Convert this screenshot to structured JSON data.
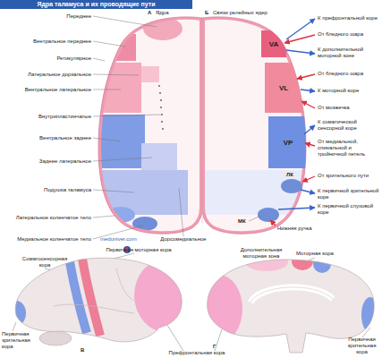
{
  "diagram": {
    "title": "Ядра таламуса и их проводящие пути",
    "nodes": [
      {
        "text": [
          "VA"
        ]
      },
      {
        "text": [
          "VL"
        ]
      },
      {
        "text": [
          "VP"
        ]
      }
    ],
    "labels": [
      "А",
      "Ядра",
      "Б",
      "Связи релейных ядер",
      "Переднее",
      "Вентральное переднее",
      "Ретикулярное",
      "Латеральное дорзальное",
      "Вентральное латеральное",
      "Внутрипластинчатые",
      "Вентральное заднее",
      "Заднее латеральное",
      "Подушка таламуса",
      "Латеральное коленчатое тело",
      "Медиальное коленчатое тело",
      "meduniver.com",
      "Дорсомедиальное",
      "К префронтальной коре",
      "От бледного шара",
      "К дополнительной моторной зоне",
      "От бледного шара",
      "К моторной коре",
      "От мозжечка",
      "К соматической сенсорной коре",
      "От медиальной, спинальной и тройничной петель",
      "От зрительного пути",
      "ЛК",
      "К первичной зрительной коре",
      "К первичной слуховой коре",
      "МК",
      "Нижняя ручка",
      "Соматосенсорная кора",
      "Первичная моторная кора",
      "Первичная зрительная кора",
      "Префронтальная кора",
      "В",
      "Г",
      "Дополнительная моторная зона",
      "Моторная кора",
      "Первичная зрительная кора"
    ]
  }
}
